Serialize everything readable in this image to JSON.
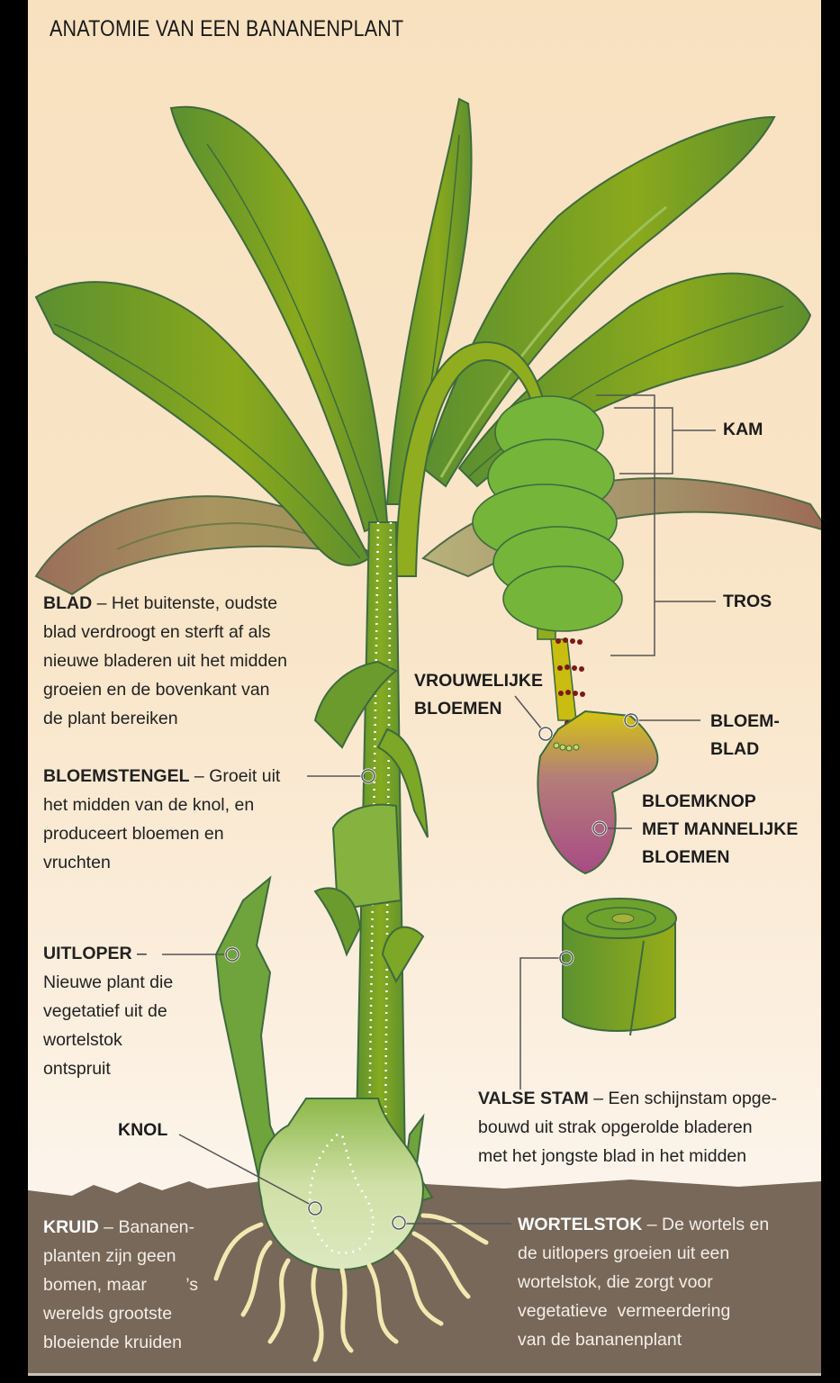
{
  "title": "ANATOMIE VAN EEN BANANENPLANT",
  "colors": {
    "background_top": "#f8e1bf",
    "background_bottom": "#fcf4ea",
    "soil": "#77685a",
    "leaf_green": "#6f9a2a",
    "leaf_outline": "#3e6a3e",
    "banana_green": "#74b53a",
    "flower_pink": "#b0578e",
    "stalk_yellow": "#c8bd10",
    "root_cream": "#f1e9b0"
  },
  "annotations": {
    "blad": {
      "term": "BLAD",
      "dash": " – ",
      "lines": [
        "Het buitenste, oudste",
        "blad verdroogt en sterft af als",
        "nieuwe bladeren uit het midden",
        "groeien en de bovenkant van",
        "de plant bereiken"
      ]
    },
    "bloemstengel": {
      "term": "BLOEMSTENGEL",
      "dash": " – ",
      "lines": [
        "Groeit uit",
        "het midden van de knol, en",
        "produceert bloemen en",
        "vruchten"
      ]
    },
    "uitloper": {
      "term": "UITLOPER",
      "dash": " –",
      "lines": [
        "Nieuwe plant die",
        "vegetatief uit de",
        "wortelstok",
        "ontspruit"
      ]
    },
    "knol": {
      "term": "KNOL"
    },
    "kruid": {
      "term": "KRUID",
      "dash": " – ",
      "lines": [
        "Bananen-",
        "planten zijn geen",
        "bomen, maar        ’s",
        "werelds grootste",
        "bloeiende kruiden"
      ]
    },
    "wortelstok": {
      "term": "WORTELSTOK",
      "dash": " – ",
      "lines": [
        "De wortels en",
        "de uitlopers groeien uit een",
        "wortelstok, die zorgt voor",
        "vegetatieve  vermeerdering",
        "van de bananenplant"
      ]
    },
    "valse_stam": {
      "term": "VALSE STAM",
      "dash": " – ",
      "lines": [
        "Een schijnstam opge-",
        "bouwd uit strak opgerolde bladeren",
        "met het jongste blad in het midden"
      ]
    },
    "kam": {
      "term": "KAM"
    },
    "tros": {
      "term": "TROS"
    },
    "vrouwelijke_bloemen": {
      "lines": [
        "VROUWELIJKE",
        "BLOEMEN"
      ]
    },
    "bloemblad": {
      "lines": [
        "BLOEM-",
        "BLAD"
      ]
    },
    "bloemknop": {
      "lines": [
        "BLOEMKNOP",
        "MET MANNELIJKE",
        "BLOEMEN"
      ]
    }
  }
}
